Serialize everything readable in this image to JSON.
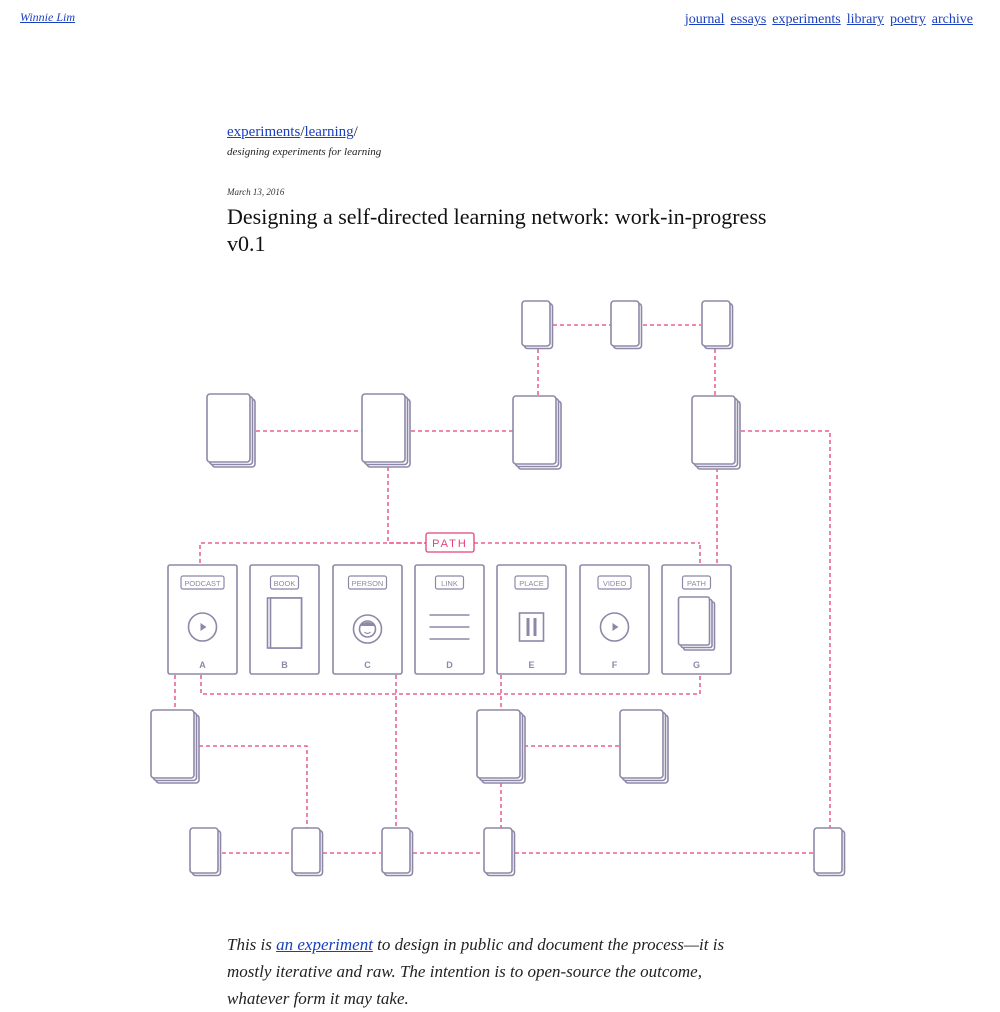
{
  "site": {
    "name": "Winnie Lim"
  },
  "nav": {
    "items": [
      "journal",
      "essays",
      "experiments",
      "library",
      "poetry",
      "archive"
    ]
  },
  "breadcrumb": {
    "items": [
      "experiments",
      "learning"
    ],
    "separator": "/"
  },
  "tagline": "designing experiments for learning",
  "post": {
    "date": "March 13, 2016",
    "title": "Designing a self-directed learning network: work-in-progress v0.1"
  },
  "diagram": {
    "path_label": "PATH",
    "cards": [
      {
        "type": "PODCAST",
        "letter": "A",
        "icon": "play-icon"
      },
      {
        "type": "BOOK",
        "letter": "B",
        "icon": "book-icon"
      },
      {
        "type": "PERSON",
        "letter": "C",
        "icon": "person-icon"
      },
      {
        "type": "LINK",
        "letter": "D",
        "icon": "lines-icon"
      },
      {
        "type": "PLACE",
        "letter": "E",
        "icon": "pause-icon"
      },
      {
        "type": "VIDEO",
        "letter": "F",
        "icon": "play-icon"
      },
      {
        "type": "PATH",
        "letter": "G",
        "icon": "stack-icon"
      }
    ],
    "colors": {
      "card_stroke": "#8d88a8",
      "connector": "#e5417a"
    }
  },
  "intro": {
    "before": "This is ",
    "link": "an experiment",
    "after": " to design in public and document the process—it is mostly iterative and raw. The intention is to open-source the outcome, whatever form it may take."
  }
}
